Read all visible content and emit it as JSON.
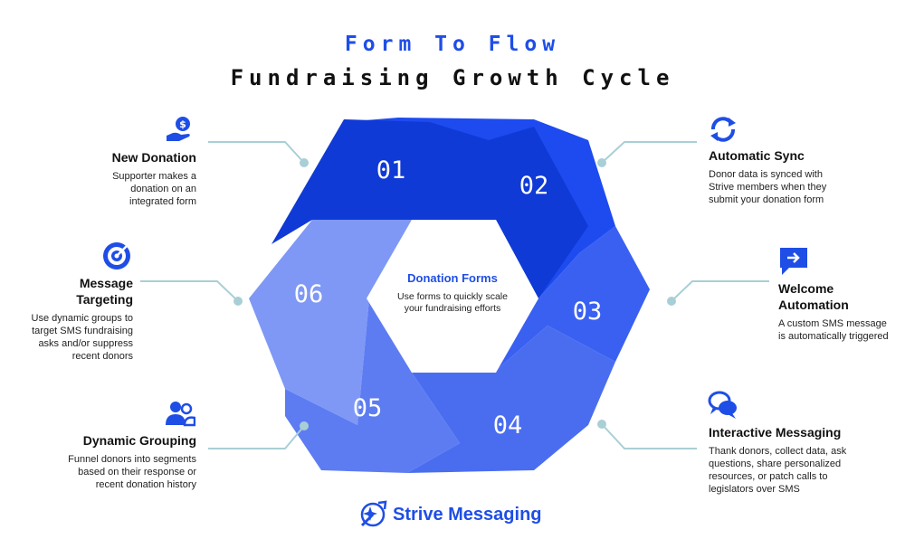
{
  "title": {
    "line1": "Form To Flow",
    "line2": "Fundraising Growth Cycle"
  },
  "center": {
    "title": "Donation Forms",
    "description": "Use forms to quickly scale your fundraising efforts"
  },
  "segments": [
    "01",
    "02",
    "03",
    "04",
    "05",
    "06"
  ],
  "steps": [
    {
      "title": "New Donation",
      "description": "Supporter makes a donation on an integrated form",
      "icon": "donation-hand-icon"
    },
    {
      "title": "Automatic Sync",
      "description": "Donor data is synced with Strive members when they submit your donation form",
      "icon": "sync-icon"
    },
    {
      "title": "Welcome Automation",
      "description": "A custom SMS message is automatically triggered",
      "icon": "message-arrow-icon"
    },
    {
      "title": "Interactive Messaging",
      "description": "Thank donors, collect data, ask questions, share personalized resources, or patch calls to legislators over SMS",
      "icon": "chat-bubbles-icon"
    },
    {
      "title": "Dynamic Grouping",
      "description": "Funnel donors into segments based on their response or recent donation history",
      "icon": "users-icon"
    },
    {
      "title": "Message Targeting",
      "description": "Use dynamic groups to target SMS fundraising asks and/or suppress recent donors",
      "icon": "target-icon"
    }
  ],
  "brand": {
    "name": "Strive Messaging",
    "icon": "strive-logo-icon"
  },
  "colors": {
    "accent": "#1f4ee6",
    "segment_01": "#0f3ad6",
    "segment_02": "#1d4bf0",
    "segment_03": "#3a60f2",
    "segment_04": "#4a6df0",
    "segment_05": "#5d7cf2",
    "segment_06": "#7f98f6",
    "connector": "#a9cfd6"
  }
}
